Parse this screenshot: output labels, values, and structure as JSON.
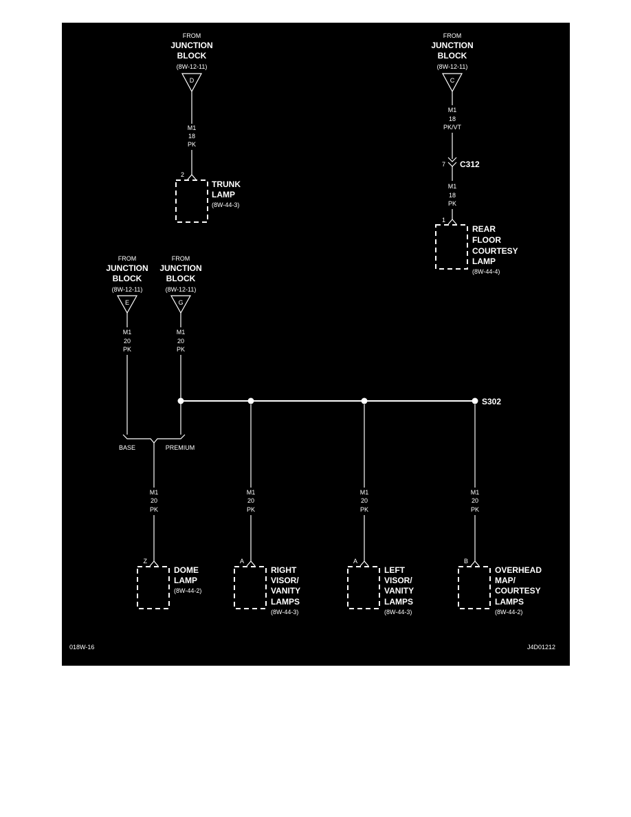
{
  "colors": {
    "background": "#000000",
    "ink": "#ffffff",
    "page": "#ffffff"
  },
  "sources": [
    {
      "from": "FROM",
      "line1": "JUNCTION",
      "line2": "BLOCK",
      "ref": "(8W-12-11)",
      "pin": "D"
    },
    {
      "from": "FROM",
      "line1": "JUNCTION",
      "line2": "BLOCK",
      "ref": "(8W-12-11)",
      "pin": "C"
    },
    {
      "from": "FROM",
      "line1": "JUNCTION",
      "line2": "BLOCK",
      "ref": "(8W-12-11)",
      "pin": "E"
    },
    {
      "from": "FROM",
      "line1": "JUNCTION",
      "line2": "BLOCK",
      "ref": "(8W-12-11)",
      "pin": "G"
    }
  ],
  "wires": [
    {
      "circuit": "M1",
      "gauge": "18",
      "color": "PK"
    },
    {
      "circuit": "M1",
      "gauge": "18",
      "color": "PK/VT"
    },
    {
      "circuit": "M1",
      "gauge": "18",
      "color": "PK"
    },
    {
      "circuit": "M1",
      "gauge": "20",
      "color": "PK"
    },
    {
      "circuit": "M1",
      "gauge": "20",
      "color": "PK"
    },
    {
      "circuit": "M1",
      "gauge": "20",
      "color": "PK"
    },
    {
      "circuit": "M1",
      "gauge": "20",
      "color": "PK"
    },
    {
      "circuit": "M1",
      "gauge": "20",
      "color": "PK"
    },
    {
      "circuit": "M1",
      "gauge": "20",
      "color": "PK"
    }
  ],
  "connector": {
    "name": "C312",
    "pin": "7"
  },
  "splice": {
    "name": "S302"
  },
  "options": {
    "base": "BASE",
    "premium": "PREMIUM"
  },
  "components": [
    {
      "pin": "2",
      "lines": [
        "TRUNK",
        "LAMP"
      ],
      "ref": "(8W-44-3)"
    },
    {
      "pin": "1",
      "lines": [
        "REAR",
        "FLOOR",
        "COURTESY",
        "LAMP"
      ],
      "ref": "(8W-44-4)"
    },
    {
      "pin": "Z",
      "lines": [
        "DOME",
        "LAMP"
      ],
      "ref": "(8W-44-2)"
    },
    {
      "pin": "A",
      "lines": [
        "RIGHT",
        "VISOR/",
        "VANITY",
        "LAMPS"
      ],
      "ref": "(8W-44-3)"
    },
    {
      "pin": "A",
      "lines": [
        "LEFT",
        "VISOR/",
        "VANITY",
        "LAMPS"
      ],
      "ref": "(8W-44-3)"
    },
    {
      "pin": "B",
      "lines": [
        "OVERHEAD",
        "MAP/",
        "COURTESY",
        "LAMPS"
      ],
      "ref": "(8W-44-2)"
    }
  ],
  "footer": {
    "left_code": "018W-16",
    "right_code": "J4D01212"
  }
}
